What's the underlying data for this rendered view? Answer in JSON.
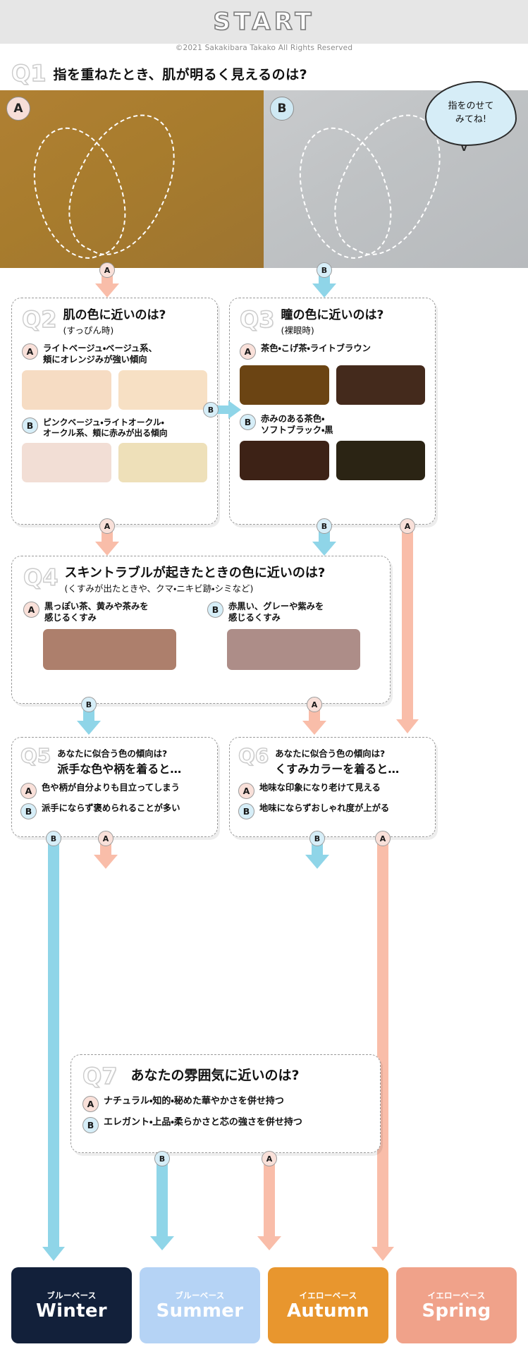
{
  "header": {
    "start_label": "START",
    "copyright": "©2021 Sakakibara Takako All Rights Reserved"
  },
  "q1": {
    "tag": "Q1",
    "title": "指を重ねたとき、肌が明るく見えるのは?",
    "bubble": "指をのせて\nみてね!",
    "bubble_tail": "v",
    "panel_a_label": "A",
    "panel_b_label": "B",
    "panel_a_color": "#a87c2d",
    "panel_b_color": "#bfc2c4"
  },
  "q2": {
    "tag": "Q2",
    "title": "肌の色に近いのは?",
    "subtitle": "(すっぴん時)",
    "options": [
      {
        "key": "A",
        "text": "ライトベージュ・ベージュ系、\n頬にオレンジみが強い傾向",
        "swatches": [
          "#f6dcc3",
          "#f7e0c4"
        ]
      },
      {
        "key": "B",
        "text": "ピンクベージュ・ライトオークル・\nオークル系、頬に赤みが出る傾向",
        "swatches": [
          "#f2ded5",
          "#eee0b9"
        ]
      }
    ]
  },
  "q3": {
    "tag": "Q3",
    "title": "瞳の色に近いのは?",
    "subtitle": "(裸眼時)",
    "options": [
      {
        "key": "A",
        "text": "茶色・こげ茶・ライトブラウン",
        "swatches": [
          "#6b4413",
          "#442a1c"
        ]
      },
      {
        "key": "B",
        "text": "赤みのある茶色・\nソフトブラック・黒",
        "swatches": [
          "#3d2216",
          "#2b2414"
        ]
      }
    ]
  },
  "q4": {
    "tag": "Q4",
    "title": "スキントラブルが起きたときの色に近いのは?",
    "subtitle": "(くすみが出たときや、クマ・ニキビ跡・シミなど)",
    "options": [
      {
        "key": "A",
        "text": "黒っぽい茶、黄みや茶みを\n感じるくすみ",
        "swatches": [
          "#ad7f6c"
        ]
      },
      {
        "key": "B",
        "text": "赤黒い、グレーや紫みを\n感じるくすみ",
        "swatches": [
          "#ad8d88"
        ]
      }
    ]
  },
  "q5": {
    "tag": "Q5",
    "title_line1": "あなたに似合う色の傾向は?",
    "title_line2": "派手な色や柄を着ると…",
    "options": [
      {
        "key": "A",
        "text": "色や柄が自分よりも目立ってしまう"
      },
      {
        "key": "B",
        "text": "派手にならず褒められることが多い"
      }
    ]
  },
  "q6": {
    "tag": "Q6",
    "title_line1": "あなたに似合う色の傾向は?",
    "title_line2": "くすみカラーを着ると…",
    "options": [
      {
        "key": "A",
        "text": "地味な印象になり老けて見える"
      },
      {
        "key": "B",
        "text": "地味にならずおしゃれ度が上がる"
      }
    ]
  },
  "q7": {
    "tag": "Q7",
    "title": "あなたの雰囲気に近いのは?",
    "options": [
      {
        "key": "A",
        "text": "ナチュラル・知的・秘めた華やかさを併せ持つ"
      },
      {
        "key": "B",
        "text": "エレガント・上品・柔らかさと芯の強さを併せ持つ"
      }
    ]
  },
  "arrow_labels": {
    "q1_to_q2": "A",
    "q1_to_q3": "B",
    "q2_to_q3": "B",
    "q2_to_q4": "A",
    "q3_to_q4": "B",
    "q3_to_spring": "A",
    "q4_to_q5": "B",
    "q4_to_q6": "A",
    "q5_to_winter": "B",
    "q5_to_q7": "A",
    "q6_to_q7": "B",
    "q6_to_autumn": "A",
    "q7_to_summer": "B",
    "q7_to_autumn": "A"
  },
  "results": [
    {
      "base": "ブルーベース",
      "season": "Winter",
      "bg": "#12203a",
      "fg": "#ffffff",
      "base_fg": "#ffffff"
    },
    {
      "base": "ブルーベース",
      "season": "Summer",
      "bg": "#b5d3f5",
      "fg": "#ffffff",
      "base_fg": "#ffffff"
    },
    {
      "base": "イエローベース",
      "season": "Autumn",
      "bg": "#e8962e",
      "fg": "#ffffff",
      "base_fg": "#ffffff"
    },
    {
      "base": "イエローベース",
      "season": "Spring",
      "bg": "#f0a28a",
      "fg": "#ffffff",
      "base_fg": "#ffffff"
    }
  ],
  "colors": {
    "pink_arrow": "#f9bda9",
    "blue_arrow": "#8fd5e8",
    "dashed_border": "#9a9a9a"
  }
}
